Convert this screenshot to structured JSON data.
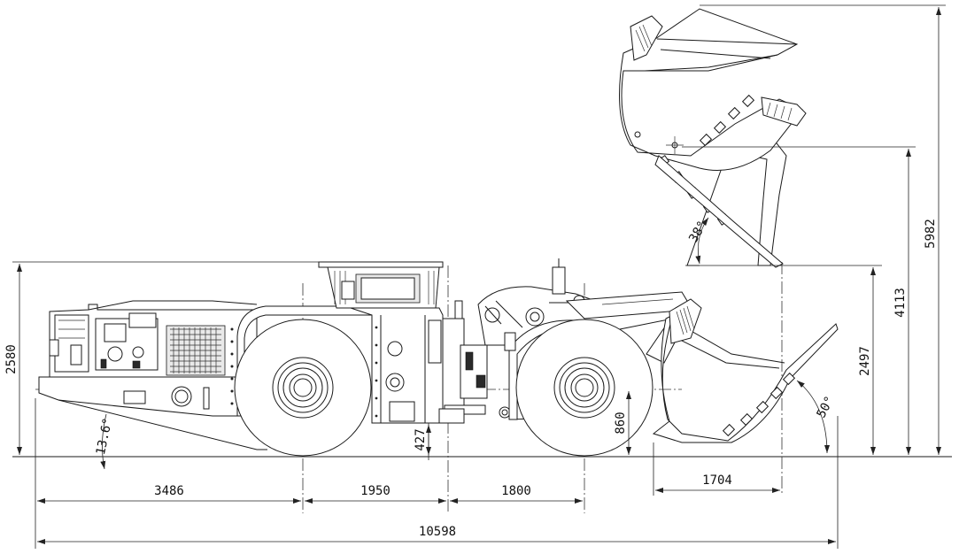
{
  "dimensions": {
    "wheelbase_rear_overhang": "3486",
    "wheelbase_front": "1950",
    "wheelbase_rear": "1800",
    "overall_length": "10598",
    "bucket_reach": "1704",
    "overall_height": "2580",
    "ground_clearance": "427",
    "pivot_height": "860",
    "dump_height_low": "2497",
    "dump_height_high": "4113",
    "max_raised_height": "5982",
    "departure_angle": "13.6°",
    "dump_angle": "38°",
    "rollback_angle": "50°"
  },
  "colors": {
    "line": "#1a1a1a",
    "background": "#ffffff"
  }
}
